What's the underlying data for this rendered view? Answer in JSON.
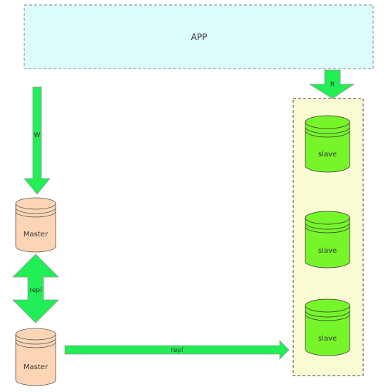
{
  "app": {
    "label": "APP"
  },
  "arrows": {
    "read_label": "R",
    "write_label": "W",
    "repl_vertical_label": "repl",
    "repl_horizontal_label": "repl"
  },
  "masters": [
    {
      "label": "Master"
    },
    {
      "label": "Master"
    }
  ],
  "slaves": [
    {
      "label": "slave"
    },
    {
      "label": "slave"
    },
    {
      "label": "slave"
    }
  ],
  "colors": {
    "app_fill": "#ddfbfb",
    "app_border": "#6a8a9a",
    "slave_group_fill": "#fbfbd3",
    "slave_group_border": "#3c3c3c",
    "arrow_fill": "#22ee55",
    "master_fill": "#fcd5b5",
    "slave_fill": "#77f52b"
  }
}
